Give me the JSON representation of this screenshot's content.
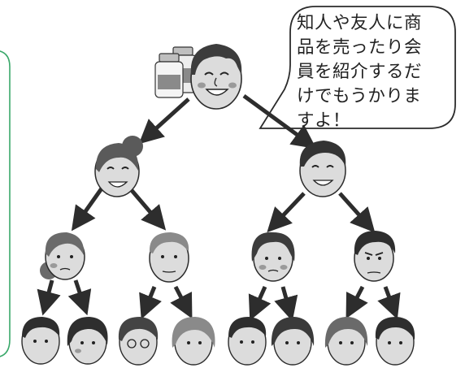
{
  "speech_bubble": {
    "lines": [
      "知人や友人に商",
      "品を売ったり会",
      "員を紹介するだ",
      "けでもうかりま",
      "すよ！"
    ]
  },
  "colors": {
    "frame_border": "#3aa86a",
    "hair": "#5a5a5a",
    "skin": "#dcdcdc",
    "arrow": "#2d2d2d",
    "cheek": "#9a9a9a",
    "bottle_label": "#8a8a8a"
  },
  "icons": {
    "top": "recruiter-face-icon",
    "product": "supplement-bottles-icon",
    "levels": [
      "woman-face-icon",
      "man-face-icon",
      "downline-face-icon"
    ]
  }
}
